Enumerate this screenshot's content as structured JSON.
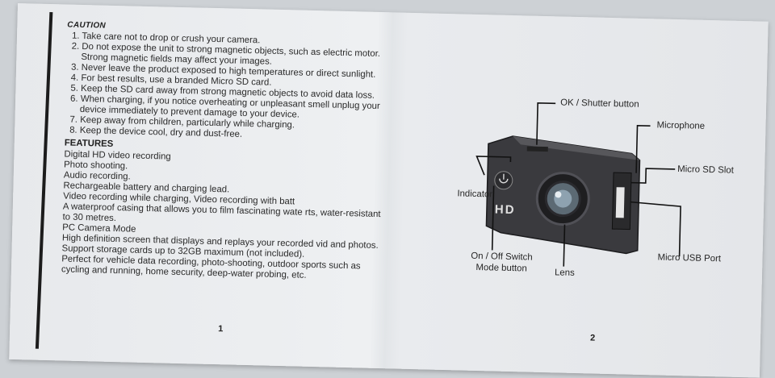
{
  "left_page": {
    "caution_heading": "CAUTION",
    "caution_items": [
      "1. Take care not to drop or crush your camera.",
      "2. Do not expose the unit to strong magnetic objects, such as electric motor. Strong magnetic fields may affect your images.",
      "3. Never leave the product exposed to high temperatures or direct sunlight.",
      "4. For best results, use a branded Micro SD card.",
      "5. Keep the SD card away from strong magnetic objects to avoid data loss.",
      "6. When charging, if you notice overheating or unpleasant smell unplug your device immediately to prevent damage to your device.",
      "7. Keep away from children, particularly while charging.",
      "8. Keep the device cool, dry and dust-free."
    ],
    "features_heading": "FEATURES",
    "features_items": [
      "Digital HD video recording",
      "Photo shooting.",
      "Audio recording.",
      "Rechargeable battery and charging lead.",
      "Video recording while charging, Video recording with batt",
      "A waterproof casing that allows you to film fascinating wate   rts, water-resistant to 30 metres.",
      "PC Camera Mode",
      "High definition screen that displays and replays your recorded vid   and photos.",
      "Support storage cards up to 32GB maximum (not included).",
      "Perfect for vehicle data recording, photo-shooting, outdoor sports such as cycling and running, home security, deep-water probing, etc."
    ],
    "page_number": "1"
  },
  "right_page": {
    "diagram_labels": {
      "ok_shutter": "OK / Shutter button",
      "microphone": "Microphone",
      "micro_sd": "Micro SD Slot",
      "indicator": "Indicator",
      "micro_usb": "Micro USB Port",
      "on_off_line1": "On / Off Switch",
      "on_off_line2": "Mode button",
      "lens": "Lens"
    },
    "camera_badge": "HD",
    "page_number": "2"
  },
  "colors": {
    "paper": "#eceef0",
    "ink": "#262626",
    "camera_body": "#3a3a3e"
  }
}
